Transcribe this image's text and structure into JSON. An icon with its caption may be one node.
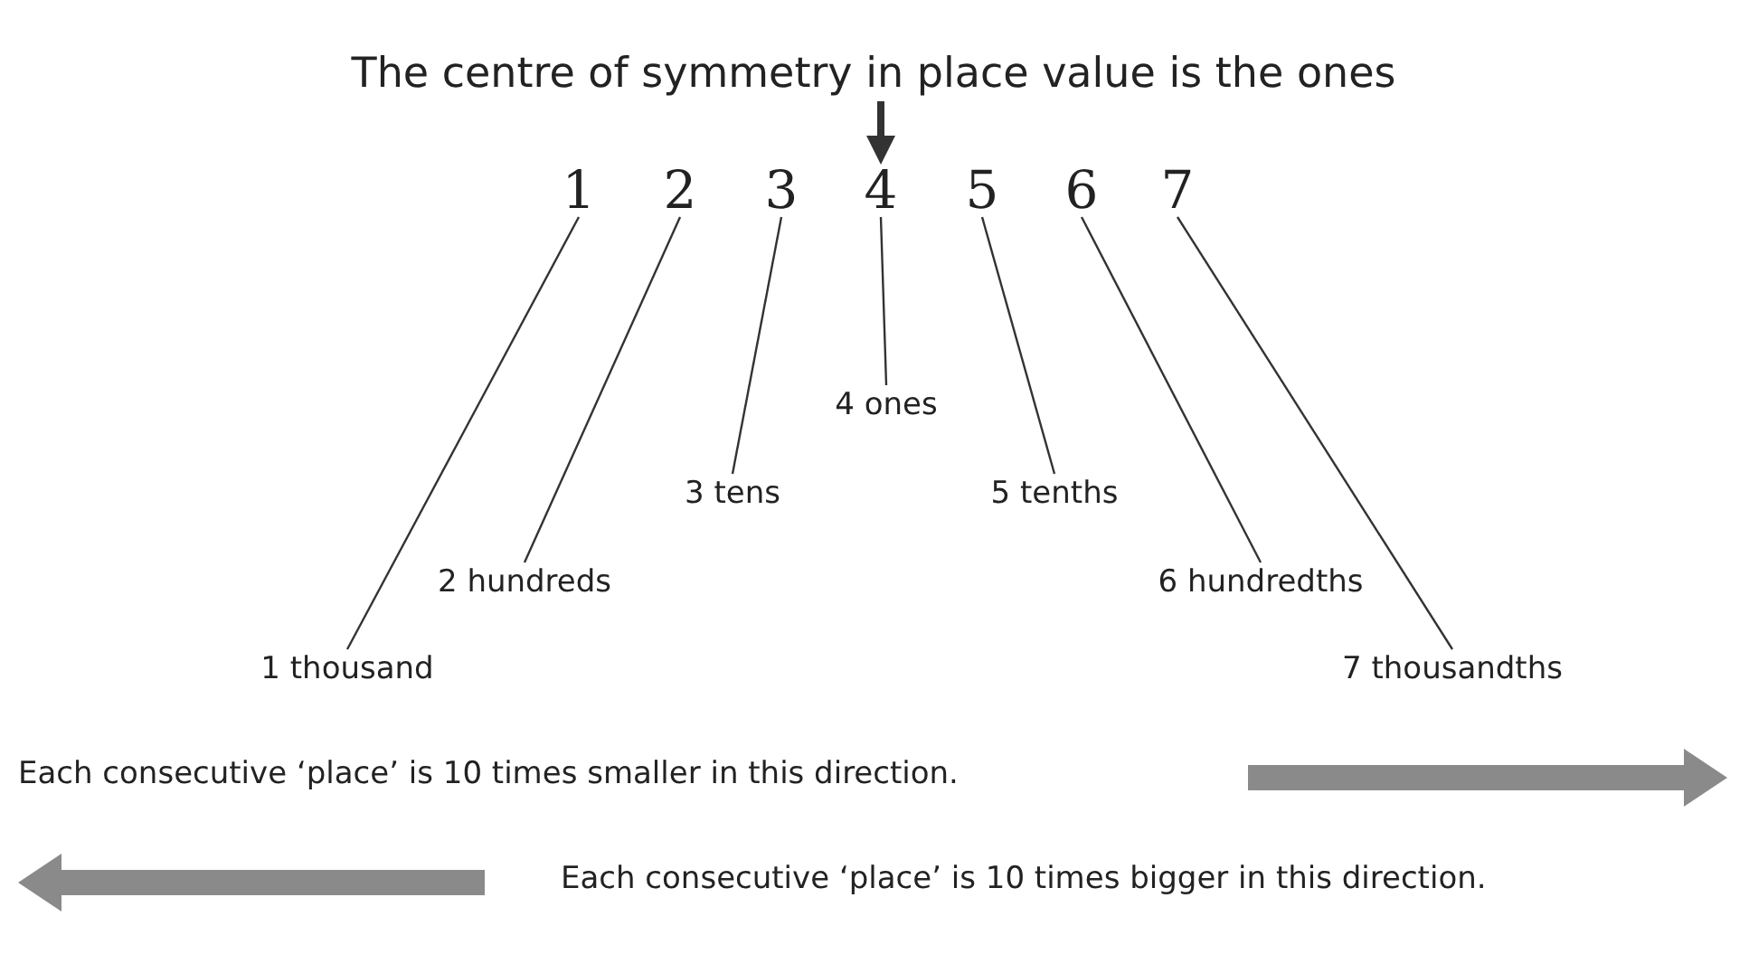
{
  "diagram": {
    "nodes": [
      {
        "text": [
          "The centre of symmetry in place value is the ones"
        ]
      },
      {
        "text": [
          "1"
        ]
      },
      {
        "text": [
          "2"
        ]
      },
      {
        "text": [
          "3"
        ]
      },
      {
        "text": [
          "4"
        ]
      },
      {
        "text": [
          "5"
        ]
      },
      {
        "text": [
          "6"
        ]
      },
      {
        "text": [
          "7"
        ]
      },
      {
        "text": [
          "1 thousand"
        ]
      },
      {
        "text": [
          "2 hundreds"
        ]
      },
      {
        "text": [
          "3 tens"
        ]
      },
      {
        "text": [
          "4 ones"
        ]
      },
      {
        "text": [
          "5 tenths"
        ]
      },
      {
        "text": [
          "6 hundredths"
        ]
      },
      {
        "text": [
          "7 thousandths"
        ]
      }
    ],
    "edges": [
      {
        "from": 0,
        "to": 4,
        "arrow": "to",
        "style": "thick"
      },
      {
        "from": 1,
        "to": 8,
        "arrow": "none"
      },
      {
        "from": 2,
        "to": 9,
        "arrow": "none"
      },
      {
        "from": 3,
        "to": 10,
        "arrow": "none"
      },
      {
        "from": 4,
        "to": 11,
        "arrow": "none"
      },
      {
        "from": 5,
        "to": 12,
        "arrow": "none"
      },
      {
        "from": 6,
        "to": 13,
        "arrow": "none"
      },
      {
        "from": 7,
        "to": 14,
        "arrow": "none"
      }
    ],
    "labels": [
      "Each consecutive ‘place’ is 10 times smaller in this direction.",
      "Each consecutive ‘place’ is 10 times bigger in this direction."
    ]
  }
}
